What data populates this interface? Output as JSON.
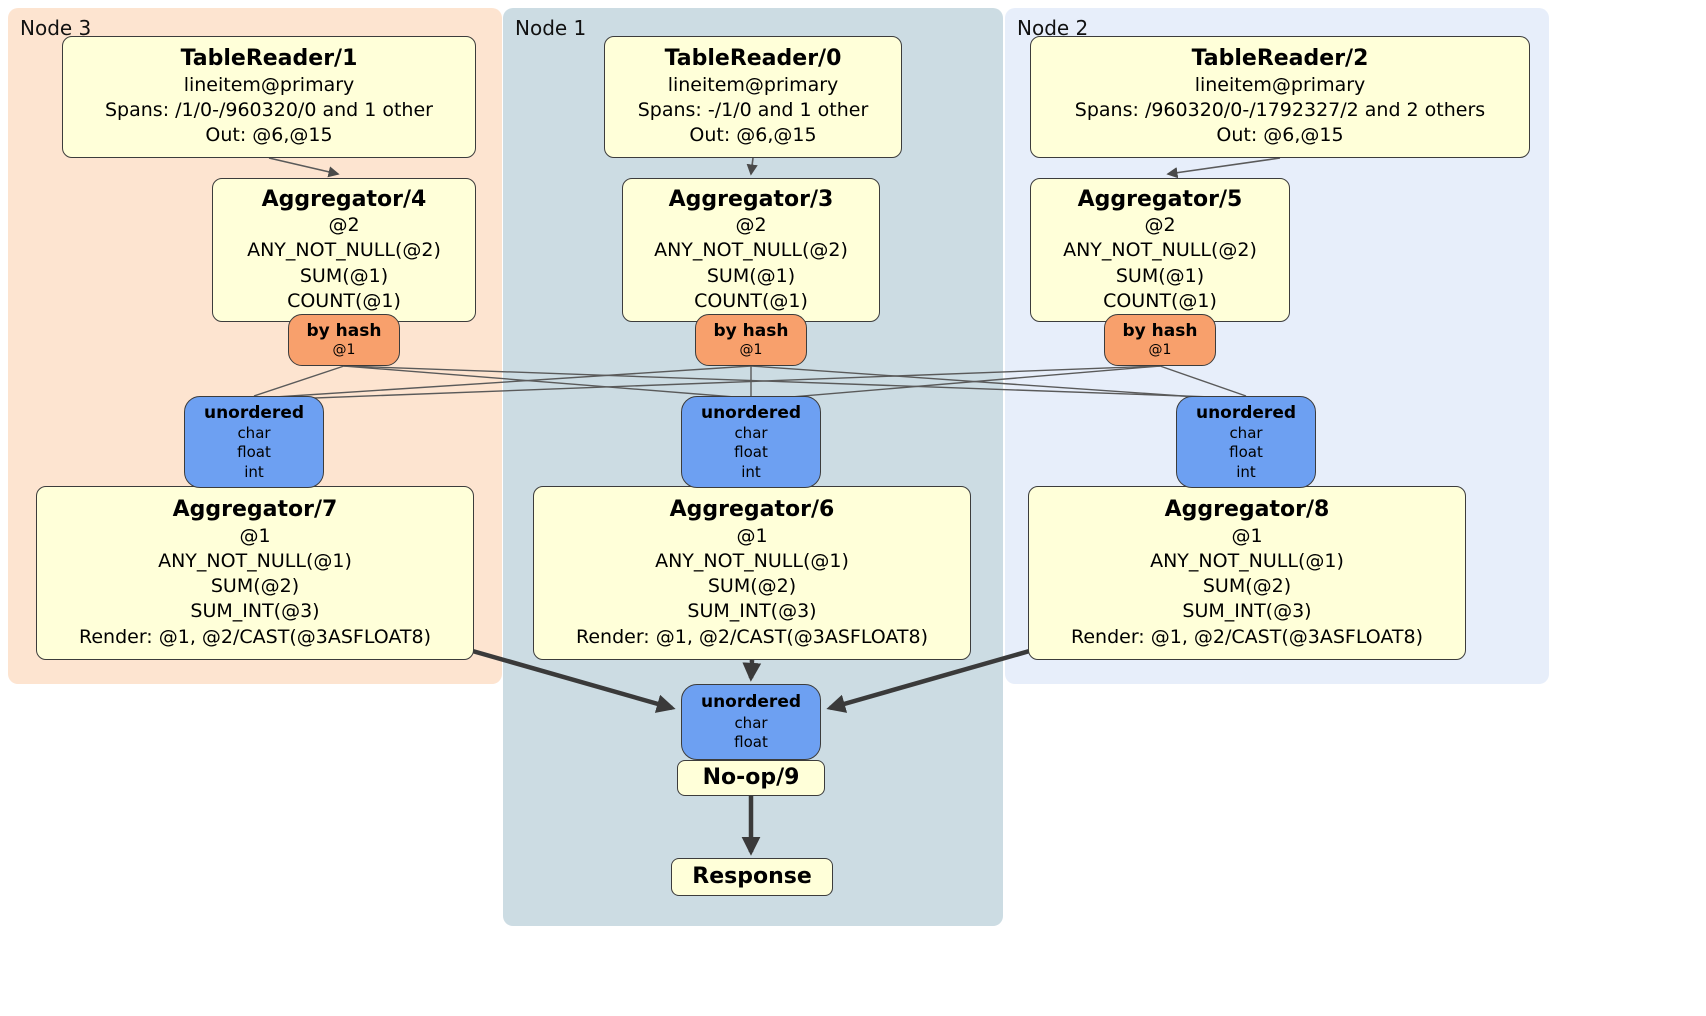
{
  "colors": {
    "node3_bg": "#fde4d0",
    "node1_bg": "#ccdce3",
    "node2_bg": "#e7eefa",
    "op_box": "#ffffd9",
    "router_box": "#f8a06c",
    "sync_box": "#6da0f2",
    "edge_thin": "#5a5a5a",
    "edge_thick": "#3a3a3a"
  },
  "columns": [
    {
      "node_label": "Node 3",
      "tablereader": {
        "title": "TableReader/1",
        "lines": [
          "lineitem@primary",
          "Spans: /1/0-/960320/0 and 1 other",
          "Out: @6,@15"
        ]
      },
      "aggregator_top": {
        "title": "Aggregator/4",
        "lines": [
          "@2",
          "ANY_NOT_NULL(@2)",
          "SUM(@1)",
          "COUNT(@1)"
        ]
      },
      "router": {
        "title": "by hash",
        "detail": "@1"
      },
      "sync": {
        "title": "unordered",
        "lines": [
          "char",
          "float",
          "int"
        ]
      },
      "aggregator_bottom": {
        "title": "Aggregator/7",
        "lines": [
          "@1",
          "ANY_NOT_NULL(@1)",
          "SUM(@2)",
          "SUM_INT(@3)",
          "Render: @1, @2/CAST(@3ASFLOAT8)"
        ]
      }
    },
    {
      "node_label": "Node 1",
      "tablereader": {
        "title": "TableReader/0",
        "lines": [
          "lineitem@primary",
          "Spans: -/1/0 and 1 other",
          "Out: @6,@15"
        ]
      },
      "aggregator_top": {
        "title": "Aggregator/3",
        "lines": [
          "@2",
          "ANY_NOT_NULL(@2)",
          "SUM(@1)",
          "COUNT(@1)"
        ]
      },
      "router": {
        "title": "by hash",
        "detail": "@1"
      },
      "sync": {
        "title": "unordered",
        "lines": [
          "char",
          "float",
          "int"
        ]
      },
      "aggregator_bottom": {
        "title": "Aggregator/6",
        "lines": [
          "@1",
          "ANY_NOT_NULL(@1)",
          "SUM(@2)",
          "SUM_INT(@3)",
          "Render: @1, @2/CAST(@3ASFLOAT8)"
        ]
      }
    },
    {
      "node_label": "Node 2",
      "tablereader": {
        "title": "TableReader/2",
        "lines": [
          "lineitem@primary",
          "Spans: /960320/0-/1792327/2 and 2 others",
          "Out: @6,@15"
        ]
      },
      "aggregator_top": {
        "title": "Aggregator/5",
        "lines": [
          "@2",
          "ANY_NOT_NULL(@2)",
          "SUM(@1)",
          "COUNT(@1)"
        ]
      },
      "router": {
        "title": "by hash",
        "detail": "@1"
      },
      "sync": {
        "title": "unordered",
        "lines": [
          "char",
          "float",
          "int"
        ]
      },
      "aggregator_bottom": {
        "title": "Aggregator/8",
        "lines": [
          "@1",
          "ANY_NOT_NULL(@1)",
          "SUM(@2)",
          "SUM_INT(@3)",
          "Render: @1, @2/CAST(@3ASFLOAT8)"
        ]
      }
    }
  ],
  "final": {
    "sync": {
      "title": "unordered",
      "lines": [
        "char",
        "float"
      ]
    },
    "noop_label": "No-op/9",
    "response_label": "Response"
  },
  "edges": [
    "TableReader/1 -> Aggregator/4",
    "TableReader/0 -> Aggregator/3",
    "TableReader/2 -> Aggregator/5",
    "Aggregator/4 -> by hash @1 (Node 3)",
    "Aggregator/3 -> by hash @1 (Node 1)",
    "Aggregator/5 -> by hash @1 (Node 2)",
    "by hash (Node 3) -> unordered (Node 3)",
    "by hash (Node 3) -> unordered (Node 1)",
    "by hash (Node 3) -> unordered (Node 2)",
    "by hash (Node 1) -> unordered (Node 3)",
    "by hash (Node 1) -> unordered (Node 1)",
    "by hash (Node 1) -> unordered (Node 2)",
    "by hash (Node 2) -> unordered (Node 3)",
    "by hash (Node 2) -> unordered (Node 1)",
    "by hash (Node 2) -> unordered (Node 2)",
    "unordered (Node 3) -> Aggregator/7",
    "unordered (Node 1) -> Aggregator/6",
    "unordered (Node 2) -> Aggregator/8",
    "Aggregator/7 -> unordered (final)",
    "Aggregator/6 -> unordered (final)",
    "Aggregator/8 -> unordered (final)",
    "unordered (final) -> No-op/9",
    "No-op/9 -> Response"
  ]
}
